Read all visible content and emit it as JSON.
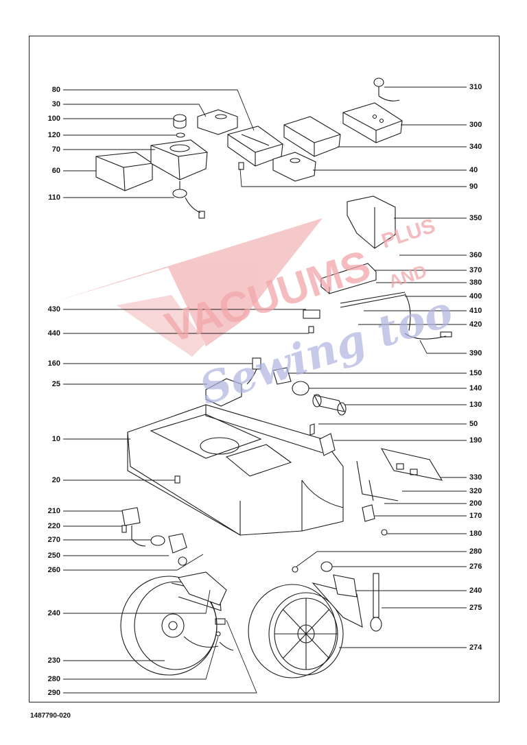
{
  "document_number": "1487790-020",
  "watermark": {
    "line1": "VACUUMS",
    "line1_suffix": "PLUS",
    "line1_and": "AND",
    "line2": "Sewing too",
    "colors": {
      "red": "#f3b6b8",
      "blue": "#b9bde3"
    }
  },
  "labels": {
    "left": [
      "80",
      "30",
      "100",
      "120",
      "70",
      "60",
      "110",
      "430",
      "440",
      "160",
      "25",
      "10",
      "20",
      "210",
      "220",
      "270",
      "250",
      "260",
      "240",
      "230",
      "280",
      "290"
    ],
    "right": [
      "310",
      "300",
      "340",
      "40",
      "90",
      "350",
      "360",
      "370",
      "380",
      "400",
      "410",
      "420",
      "390",
      "150",
      "140",
      "130",
      "50",
      "190",
      "330",
      "320",
      "200",
      "170",
      "180",
      "280",
      "276",
      "240",
      "275",
      "274"
    ]
  }
}
